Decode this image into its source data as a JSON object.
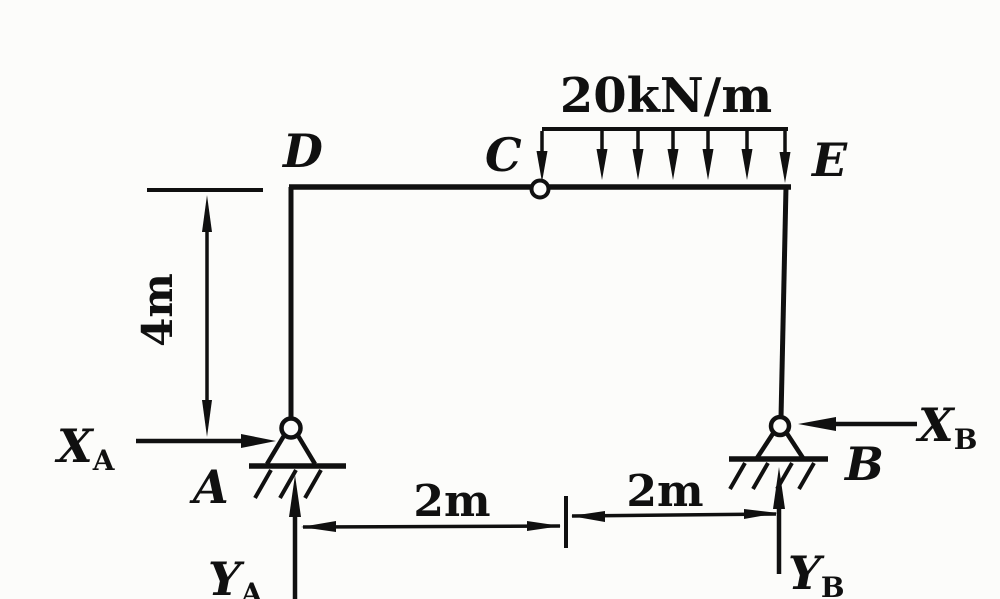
{
  "labels": {
    "load": "20kN/m",
    "node_d": "D",
    "node_c": "C",
    "node_e": "E",
    "node_a": "A",
    "node_b": "B",
    "dim_height": "4m",
    "dim_span_left": "2m",
    "dim_span_right": "2m"
  },
  "reactions": {
    "xa": {
      "main": "X",
      "sub": "A"
    },
    "ya": {
      "main": "Y",
      "sub": "A"
    },
    "xb": {
      "main": "X",
      "sub": "B"
    },
    "yb": {
      "main": "Y",
      "sub": "B"
    }
  },
  "colors": {
    "ink": "#101010",
    "paper": "#fcfcfa"
  }
}
